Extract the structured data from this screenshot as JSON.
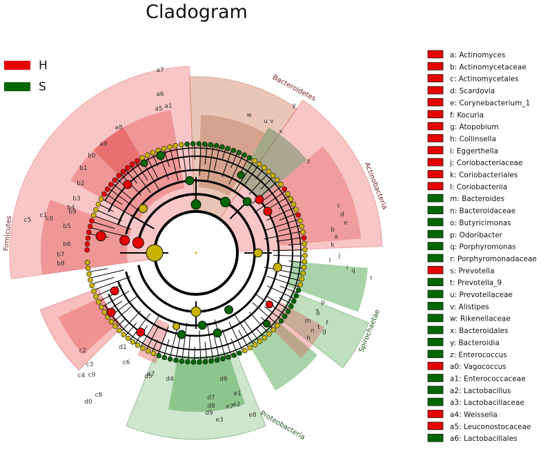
{
  "colors": {
    "H": "#e60000",
    "S": "#006600",
    "neutral": "#c8b400",
    "branch": "#000000"
  },
  "chart_data": {
    "type": "cladogram",
    "title": "Cladogram",
    "groups": [
      {
        "name": "H",
        "color": "#e60000"
      },
      {
        "name": "S",
        "color": "#006600"
      }
    ],
    "clades": [
      {
        "label": "Firmicutes",
        "group": "H"
      },
      {
        "label": "Bacteroidetes",
        "group": "H"
      },
      {
        "label": "Actinobacteria",
        "group": "H"
      },
      {
        "label": "Spirochaetae",
        "group": "S"
      },
      {
        "label": "Proteobacteria",
        "group": "S"
      }
    ],
    "node_labels": [
      "a7",
      "a6",
      "a5",
      "a1",
      "a8",
      "a9",
      "b0",
      "b1",
      "b2",
      "b3",
      "b4",
      "b5",
      "b6",
      "b7",
      "b8",
      "b9",
      "c1",
      "c5",
      "c0",
      "c2",
      "c3",
      "c4",
      "c6",
      "c7",
      "c8",
      "c9",
      "d0",
      "d1",
      "d4",
      "d5",
      "d6",
      "d7",
      "d8",
      "d9",
      "e1",
      "e2",
      "e3",
      "e7",
      "e8",
      "w",
      "u",
      "v",
      "x",
      "y",
      "z",
      "c",
      "d",
      "e",
      "a",
      "k",
      "j",
      "i",
      "l",
      "b",
      "q",
      "r",
      "p",
      "s",
      "t",
      "o",
      "n",
      "m",
      "f",
      "g",
      "h"
    ],
    "features": [
      {
        "id": "a",
        "name": "Actinomyces",
        "group": "H"
      },
      {
        "id": "b",
        "name": "Actinomycetaceae",
        "group": "H"
      },
      {
        "id": "c",
        "name": "Actinomycetales",
        "group": "H"
      },
      {
        "id": "d",
        "name": "Scardovia",
        "group": "H"
      },
      {
        "id": "e",
        "name": "Corynebacterium_1",
        "group": "H"
      },
      {
        "id": "f",
        "name": "Kocuria",
        "group": "H"
      },
      {
        "id": "g",
        "name": "Atopobium",
        "group": "H"
      },
      {
        "id": "h",
        "name": "Collinsella",
        "group": "H"
      },
      {
        "id": "i",
        "name": "Eggerthella",
        "group": "H"
      },
      {
        "id": "j",
        "name": "Coriobacteriaceae",
        "group": "H"
      },
      {
        "id": "k",
        "name": "Coriobacteriales",
        "group": "H"
      },
      {
        "id": "l",
        "name": "Coriobacteriia",
        "group": "H"
      },
      {
        "id": "m",
        "name": "Bacteroides",
        "group": "S"
      },
      {
        "id": "n",
        "name": "Bacteroidaceae",
        "group": "S"
      },
      {
        "id": "o",
        "name": "Butyricimonas",
        "group": "S"
      },
      {
        "id": "p",
        "name": "Odoribacter",
        "group": "S"
      },
      {
        "id": "q",
        "name": "Porphyromonas",
        "group": "S"
      },
      {
        "id": "r",
        "name": "Porphyromonadaceae",
        "group": "S"
      },
      {
        "id": "s",
        "name": "Prevotella",
        "group": "H"
      },
      {
        "id": "t",
        "name": "Prevotella_9",
        "group": "S"
      },
      {
        "id": "u",
        "name": "Prevotellaceae",
        "group": "S"
      },
      {
        "id": "v",
        "name": "Alistipes",
        "group": "S"
      },
      {
        "id": "w",
        "name": "Rikenellaceae",
        "group": "S"
      },
      {
        "id": "x",
        "name": "Bacteroidales",
        "group": "S"
      },
      {
        "id": "y",
        "name": "Bacteroidia",
        "group": "S"
      },
      {
        "id": "z",
        "name": "Enterococcus",
        "group": "S"
      },
      {
        "id": "a0",
        "name": "Vagococcus",
        "group": "H"
      },
      {
        "id": "a1",
        "name": "Enterococcaceae",
        "group": "S"
      },
      {
        "id": "a2",
        "name": "Lactobacillus",
        "group": "S"
      },
      {
        "id": "a3",
        "name": "Lactobacillaceae",
        "group": "S"
      },
      {
        "id": "a4",
        "name": "Weissella",
        "group": "H"
      },
      {
        "id": "a5",
        "name": "Leuconostocaceae",
        "group": "H"
      },
      {
        "id": "a6",
        "name": "Lactobacillales",
        "group": "S"
      }
    ]
  }
}
